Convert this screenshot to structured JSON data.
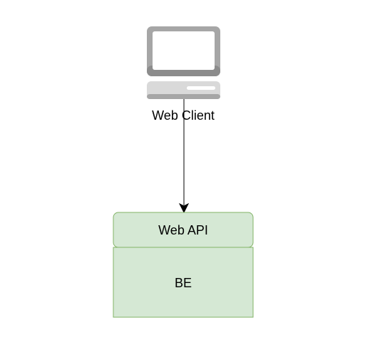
{
  "nodes": {
    "web_client": {
      "label": "Web Client",
      "icon": "computer-icon"
    },
    "web_api": {
      "label": "Web API"
    },
    "be": {
      "label": "BE"
    }
  },
  "edges": [
    {
      "from": "Web Client",
      "to": "Web API",
      "style": "arrow"
    }
  ],
  "colors": {
    "box_fill": "#d5e8d4",
    "box_stroke": "#82b366",
    "icon_gray": "#a6a6a6",
    "icon_light": "#d9d9d9",
    "line": "#000000"
  }
}
